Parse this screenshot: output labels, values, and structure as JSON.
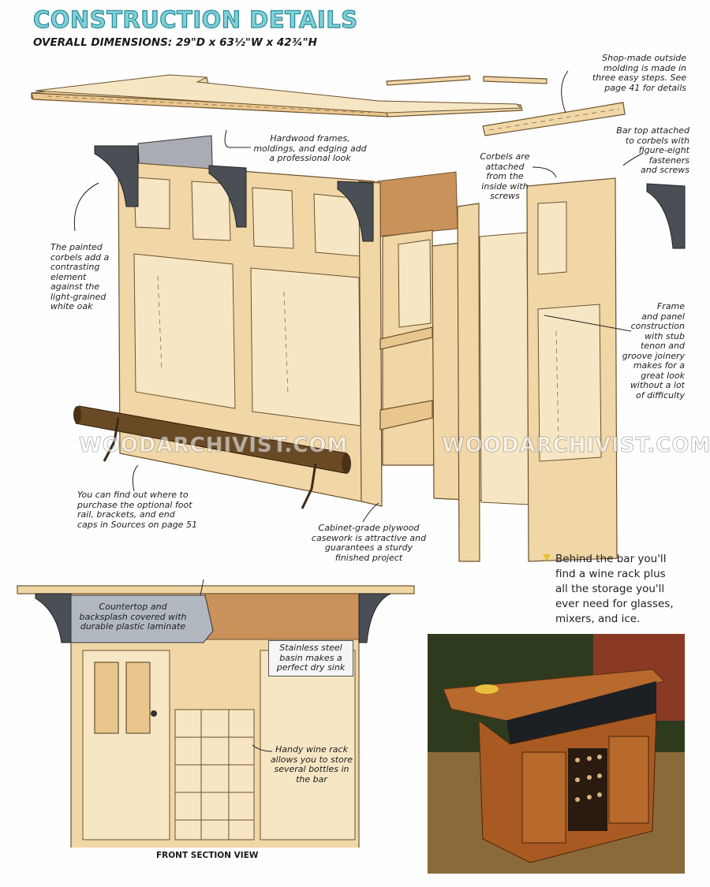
{
  "header": {
    "title": "CONSTRUCTION DETAILS",
    "subtitle": "OVERALL DIMENSIONS: 29\"D x 63½\"W x 42¾\"H"
  },
  "callouts": {
    "molding": "Shop-made outside\nmolding is made in\nthree easy steps. See\npage 41 for details",
    "hardwood": "Hardwood frames,\nmoldings, and edging add\na professional look",
    "bar_top": "Bar top attached\nto corbels with\nfigure-eight\nfasteners\nand screws",
    "corbels_attached": "Corbels are\nattached\nfrom the\ninside with\nscrews",
    "painted_corbels": "The painted\ncorbels add a\ncontrasting\nelement\nagainst the\nlight-grained\nwhite oak",
    "frame_panel": "Frame\nand panel\nconstruction\nwith stub\ntenon and\ngroove joinery\nmakes for a\ngreat look\nwithout a lot\nof difficulty",
    "foot_rail": "You can find out where to\npurchase the optional foot\nrail, brackets, and end\ncaps in Sources on page 51",
    "plywood": "Cabinet-grade plywood\ncasework is attractive and\nguarantees a sturdy\nfinished project",
    "countertop": "Countertop and\nbacksplash covered with\ndurable plastic laminate",
    "sink": "Stainless steel\nbasin makes a\nperfect dry sink",
    "wine_rack": "Handy wine rack\nallows you to store\nseveral bottles in\nthe bar"
  },
  "photo_caption": "Behind the bar you'll\nfind a wine rack plus\nall the storage you'll\never need for glasses,\nmixers, and ice.",
  "section_label": "FRONT SECTION VIEW",
  "watermark": "WOODARCHIVIST.COM",
  "colors": {
    "title_fill": "#7fd0d8",
    "title_stroke": "#2a8a98",
    "wood": "#f1d6a6",
    "corbel": "#4a4f55",
    "plywood": "#c9925a",
    "bullet": "#e3c230"
  }
}
